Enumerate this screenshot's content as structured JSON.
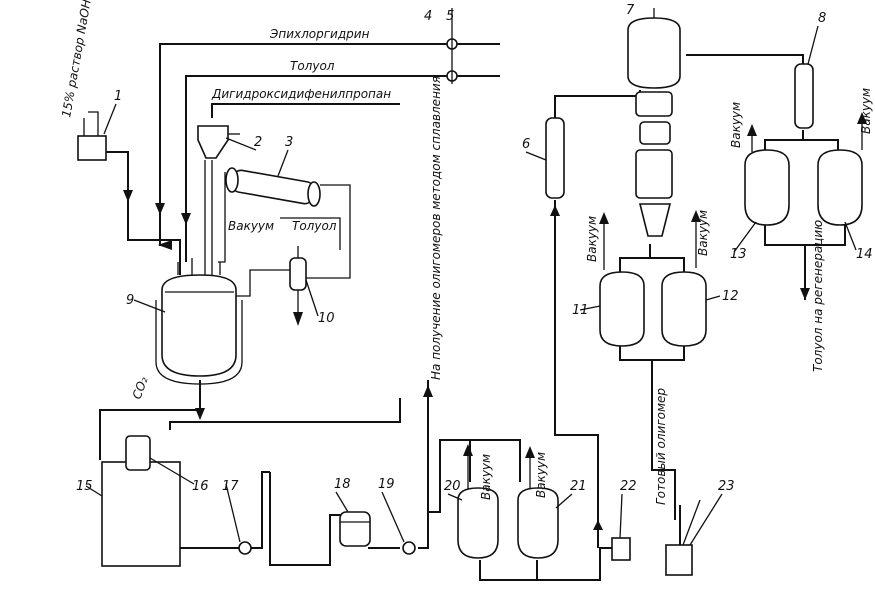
{
  "streams": {
    "epichlorohydrin": "Эпихлоргидрин",
    "toluene": "Толуол",
    "dihydroxy": "Дигидроксидифенилпропан",
    "naoh": "15% раствор NaOH",
    "vacuum": "Вакуум",
    "co2": "CO₂",
    "to_production": "На получение олигомеров методом сплавления",
    "ready": "Готовый олигомер",
    "toluene_regen": "Толуол на регенерацию"
  },
  "equipment_numbers": [
    "1",
    "2",
    "3",
    "4",
    "5",
    "6",
    "7",
    "8",
    "9",
    "10",
    "11",
    "12",
    "13",
    "14",
    "15",
    "16",
    "17",
    "18",
    "19",
    "20",
    "21",
    "22",
    "23"
  ]
}
